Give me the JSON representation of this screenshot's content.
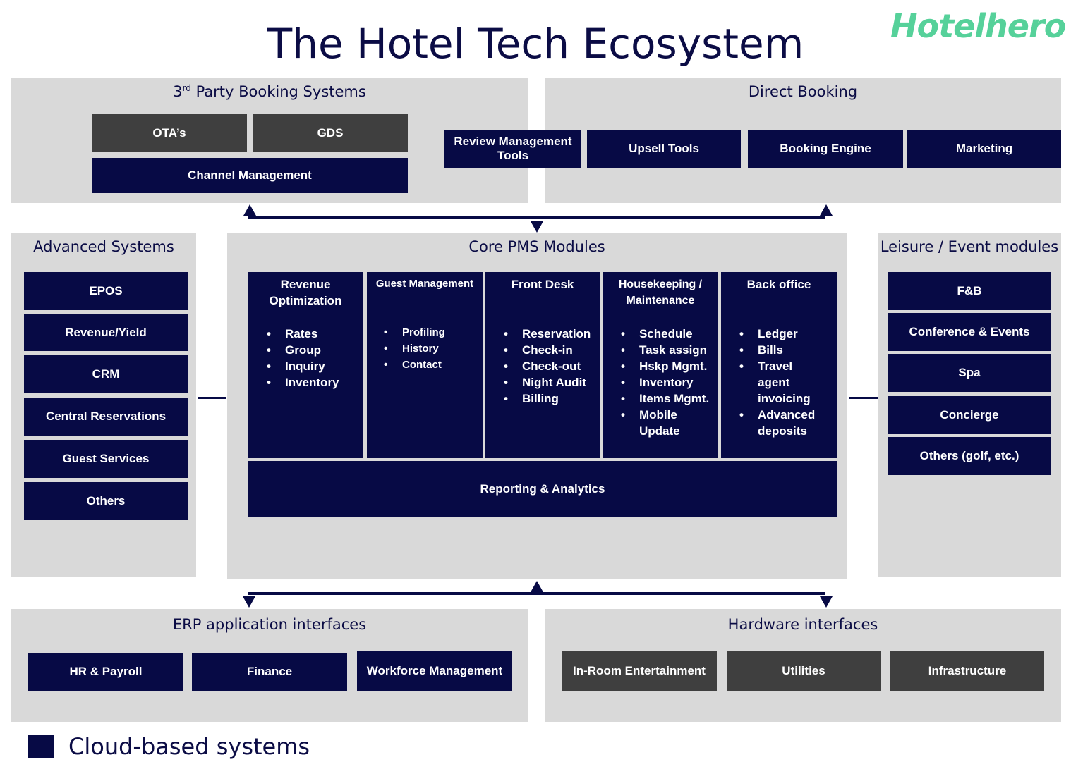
{
  "title": "The Hotel Tech Ecosystem",
  "logo": "Hotelhero",
  "third_party": {
    "title_prefix": "3",
    "title_sup": "rd",
    "title_rest": " Party Booking Systems",
    "otas": "OTA’s",
    "gds": "GDS",
    "channel": "Channel Management"
  },
  "review_tools": "Review Management Tools",
  "direct_booking": {
    "title": "Direct Booking",
    "upsell": "Upsell Tools",
    "engine": "Booking Engine",
    "marketing": "Marketing"
  },
  "advanced": {
    "title": "Advanced Systems",
    "items": [
      "EPOS",
      "Revenue/Yield",
      "CRM",
      "Central Reservations",
      "Guest Services",
      "Others"
    ]
  },
  "core": {
    "title": "Core PMS Modules",
    "modules": [
      {
        "head": "Revenue Optimization",
        "items": [
          "Rates",
          "Group",
          "Inquiry",
          "Inventory"
        ]
      },
      {
        "head": "Guest Management",
        "items": [
          "Profiling",
          "History",
          "Contact"
        ]
      },
      {
        "head": "Front Desk",
        "items": [
          "Reservation",
          "Check-in",
          "Check-out",
          "Night Audit",
          "Billing"
        ]
      },
      {
        "head": "Housekeeping / Maintenance",
        "items": [
          "Schedule",
          "Task assign",
          "Hskp Mgmt.",
          "Inventory",
          "Items Mgmt.",
          "Mobile Update"
        ]
      },
      {
        "head": "Back office",
        "items": [
          "Ledger",
          "Bills",
          "Travel agent invoicing",
          "Advanced deposits"
        ]
      }
    ],
    "reporting": "Reporting & Analytics"
  },
  "leisure": {
    "title": "Leisure / Event modules",
    "items": [
      "F&B",
      "Conference & Events",
      "Spa",
      "Concierge",
      "Others (golf, etc.)"
    ]
  },
  "erp": {
    "title": "ERP application interfaces",
    "items": [
      "HR & Payroll",
      "Finance",
      "Workforce Management"
    ]
  },
  "hardware": {
    "title": "Hardware interfaces",
    "items": [
      "In-Room Entertainment",
      "Utilities",
      "Infrastructure"
    ]
  },
  "legend": {
    "label": "Cloud-based systems",
    "color": "#070a45"
  },
  "colors": {
    "navy": "#070a45",
    "dark_gray": "#3f3f3f",
    "panel_gray": "#d9d9d9",
    "logo_green": "#56d19a"
  }
}
